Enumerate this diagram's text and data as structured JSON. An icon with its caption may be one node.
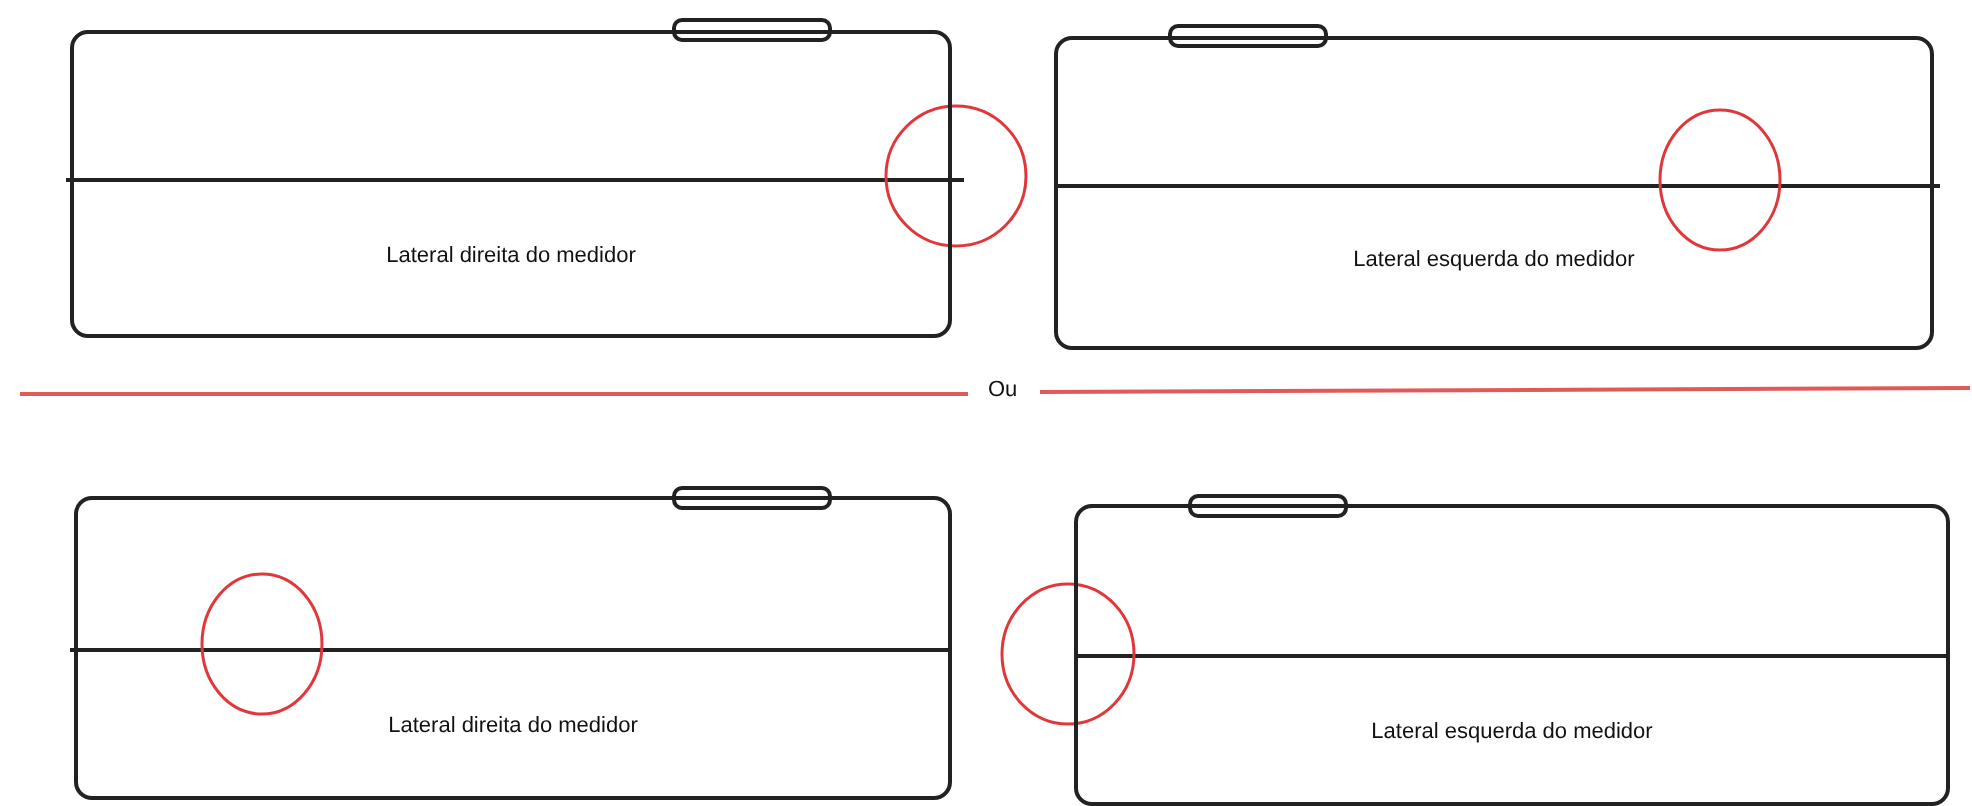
{
  "diagram": {
    "nodes": [
      {
        "text": [
          "Lateral direita do medidor"
        ]
      },
      {
        "text": [
          "Lateral esquerda do medidor"
        ]
      },
      {
        "text": [
          "Lateral direita do medidor"
        ]
      },
      {
        "text": [
          "Lateral esquerda do medidor"
        ]
      }
    ],
    "labels": [
      "Ou"
    ]
  }
}
